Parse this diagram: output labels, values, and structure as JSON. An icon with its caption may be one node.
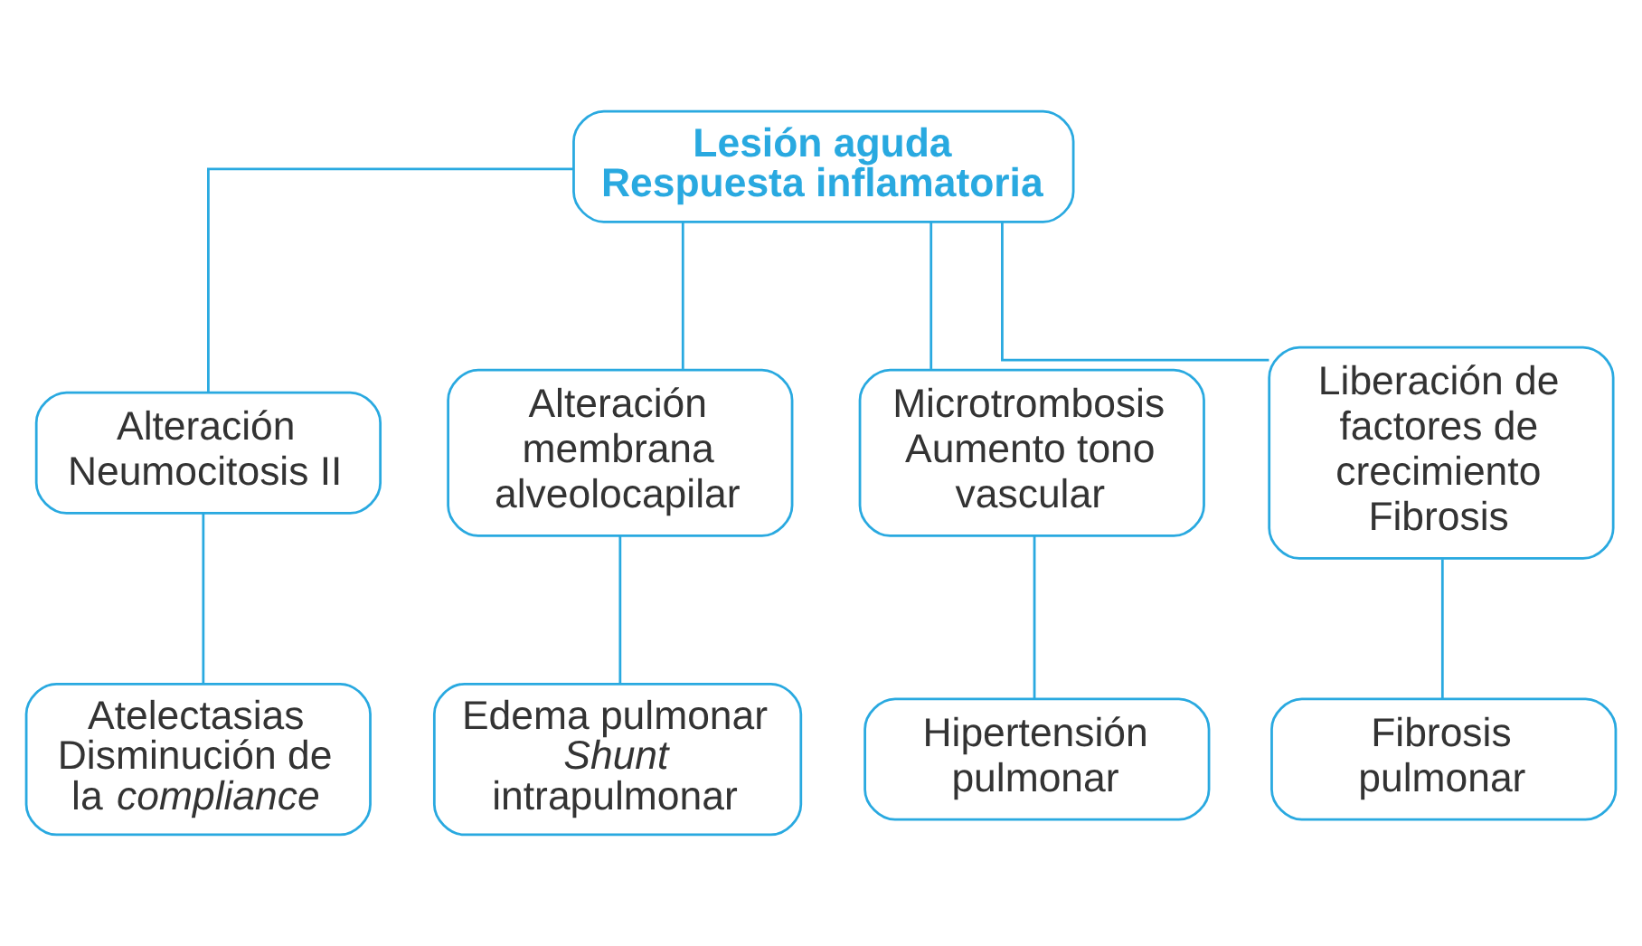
{
  "diagram": {
    "nodes": [
      {
        "text": [
          "Lesión aguda",
          "Respuesta inflamatoria"
        ]
      },
      {
        "text": [
          "Alteración Neumocitosis II"
        ]
      },
      {
        "text": [
          "Alteración membrana alveolocapilar"
        ]
      },
      {
        "text": [
          "Microtrombosis Aumento tono vascular"
        ]
      },
      {
        "text": [
          "Liberación de factores de crecimiento Fibrosis"
        ]
      },
      {
        "text": [
          "Atelectasias Disminución de la *compliance*"
        ]
      },
      {
        "text": [
          "Edema pulmonar *Shunt* intrapulmonar"
        ]
      },
      {
        "text": [
          "Hipertensión pulmonar"
        ]
      },
      {
        "text": [
          "Fibrosis pulmonar"
        ]
      }
    ],
    "edges": [
      {
        "from": 0,
        "to": 1,
        "arrow": "none"
      },
      {
        "from": 0,
        "to": 2,
        "arrow": "none"
      },
      {
        "from": 0,
        "to": 3,
        "arrow": "none"
      },
      {
        "from": 0,
        "to": 4,
        "arrow": "none"
      },
      {
        "from": 1,
        "to": 5,
        "arrow": "none"
      },
      {
        "from": 2,
        "to": 6,
        "arrow": "none"
      },
      {
        "from": 3,
        "to": 7,
        "arrow": "none"
      },
      {
        "from": 4,
        "to": 8,
        "arrow": "none"
      }
    ]
  }
}
